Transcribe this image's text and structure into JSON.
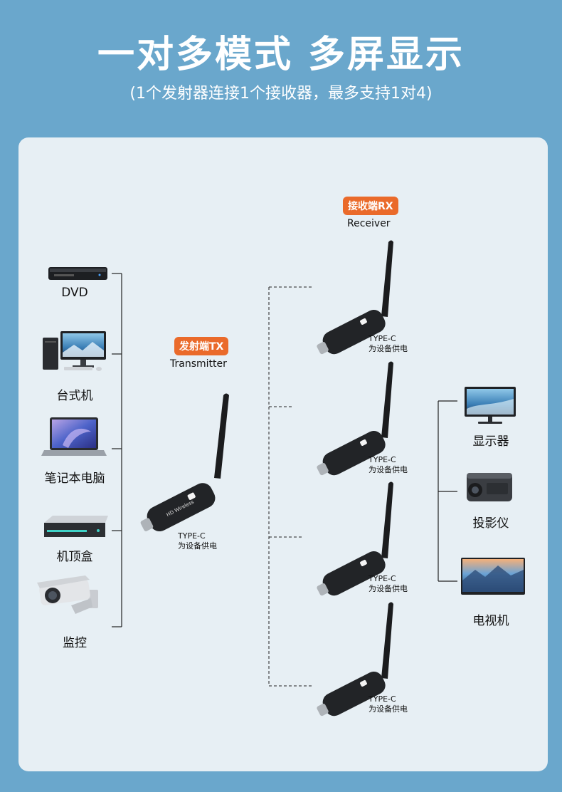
{
  "header": {
    "title": "一对多模式 多屏显示",
    "subtitle": "(1个发射器连接1个接收器，最多支持1对4)"
  },
  "sources": [
    {
      "label": "DVD",
      "icon": "dvd-player-icon"
    },
    {
      "label": "台式机",
      "icon": "desktop-computer-icon"
    },
    {
      "label": "笔记本电脑",
      "icon": "laptop-icon"
    },
    {
      "label": "机顶盒",
      "icon": "set-top-box-icon"
    },
    {
      "label": "监控",
      "icon": "cctv-camera-icon"
    }
  ],
  "transmitter": {
    "badge": "发射端TX",
    "label": "Transmitter",
    "note_line1": "TYPE-C",
    "note_line2": "为设备供电"
  },
  "receiver": {
    "badge": "接收端RX",
    "label": "Receiver"
  },
  "receivers": [
    {
      "note_line1": "TYPE-C",
      "note_line2": "为设备供电"
    },
    {
      "note_line1": "TYPE-C",
      "note_line2": "为设备供电"
    },
    {
      "note_line1": "TYPE-C",
      "note_line2": "为设备供电"
    },
    {
      "note_line1": "TYPE-C",
      "note_line2": "为设备供电"
    }
  ],
  "displays": [
    {
      "label": "显示器",
      "icon": "monitor-icon"
    },
    {
      "label": "投影仪",
      "icon": "projector-icon"
    },
    {
      "label": "电视机",
      "icon": "tv-icon"
    }
  ],
  "device_text": "HD Wireless",
  "colors": {
    "background": "#6aa7cc",
    "panel": "#e7eff4",
    "badge": "#ea6a2a"
  }
}
